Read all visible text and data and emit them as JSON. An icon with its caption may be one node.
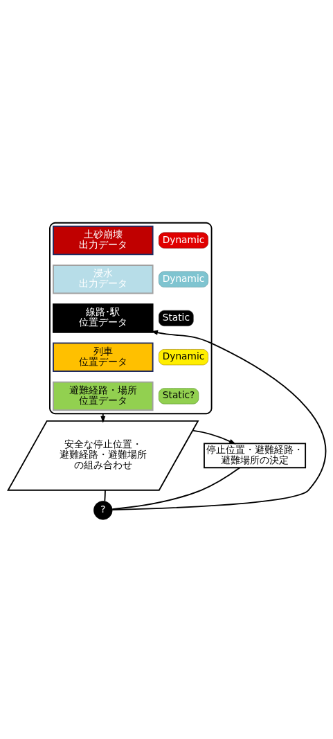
{
  "diagram": {
    "nodes": [
      {
        "text": [],
        "shape": "box"
      },
      {
        "text": [
          "土砂崩壊出力データ"
        ],
        "in": 0
      },
      {
        "text": [
          "Dynamic"
        ],
        "in": 0
      },
      {
        "text": [
          "浸水出力データ"
        ],
        "in": 0
      },
      {
        "text": [
          "Dynamic"
        ],
        "in": 0
      },
      {
        "text": [
          "線路･駅位置データ"
        ],
        "in": 0
      },
      {
        "text": [
          "Static"
        ],
        "in": 0
      },
      {
        "text": [
          "列車位置データ"
        ],
        "in": 0
      },
      {
        "text": [
          "Dynamic"
        ],
        "in": 0
      },
      {
        "text": [
          "避難経路・場所位置データ"
        ],
        "in": 0
      },
      {
        "text": [
          "Static?"
        ],
        "in": 0
      },
      {
        "text": [
          "安全な停止位置・避難経路・避難場所の組み合わせ"
        ]
      },
      {
        "text": [
          "停止位置・避難経路・避難場所の決定"
        ]
      },
      {
        "text": [
          "?"
        ]
      }
    ],
    "edges": [
      {
        "from": 0,
        "to": 11,
        "arrow": "to"
      },
      {
        "from": 11,
        "to": 12,
        "arrow": "to"
      },
      {
        "from": 11,
        "to": 13,
        "arrow": "none"
      },
      {
        "from": 12,
        "to": 13,
        "arrow": "none"
      },
      {
        "from": 13,
        "to": 5,
        "arrow": "to"
      }
    ]
  }
}
